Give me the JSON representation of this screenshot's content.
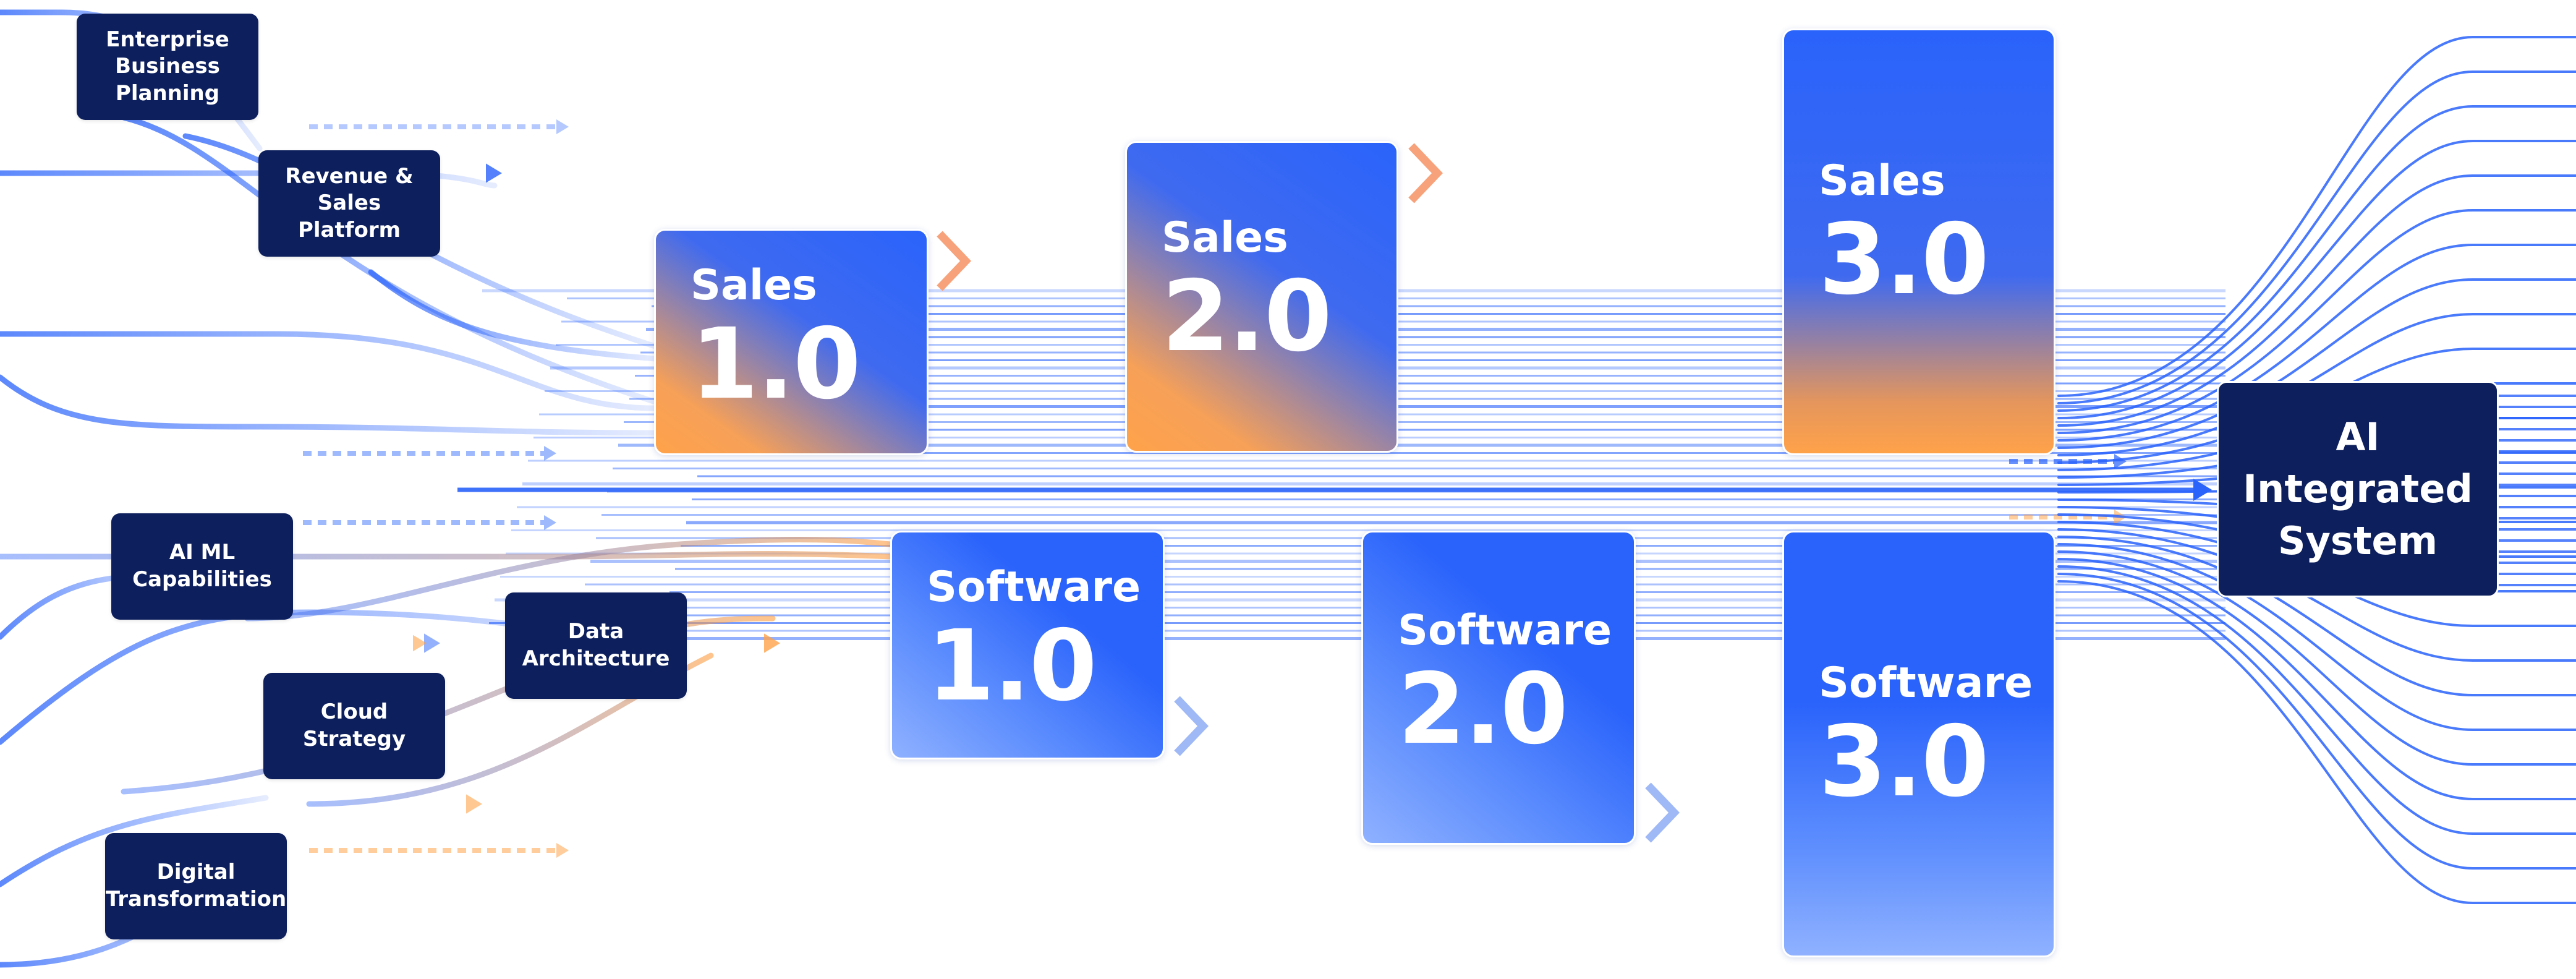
{
  "sources": [
    {
      "id": "enterprise",
      "label": "Enterprise\nBusiness\nPlanning"
    },
    {
      "id": "revenue",
      "label": "Revenue & Sales\nPlatform"
    },
    {
      "id": "aiml",
      "label": "AI ML\nCapabilities"
    },
    {
      "id": "data",
      "label": "Data\nArchitecture"
    },
    {
      "id": "cloud",
      "label": "Cloud\nStrategy"
    },
    {
      "id": "digital",
      "label": "Digital\nTransformation"
    }
  ],
  "sales": [
    {
      "title": "Sales",
      "version": "1.0"
    },
    {
      "title": "Sales",
      "version": "2.0"
    },
    {
      "title": "Sales",
      "version": "3.0"
    }
  ],
  "software": [
    {
      "title": "Software",
      "version": "1.0"
    },
    {
      "title": "Software",
      "version": "2.0"
    },
    {
      "title": "Software",
      "version": "3.0"
    }
  ],
  "target": {
    "label": "AI\nIntegrated\nSystem"
  },
  "colors": {
    "navy": "#0d1f5c",
    "blue": "#2a63fb",
    "light_blue": "#8fb1ff",
    "orange": "#ffa24a",
    "chevron_orange": "#f7a27a",
    "chevron_blue": "#9fb8f6"
  }
}
